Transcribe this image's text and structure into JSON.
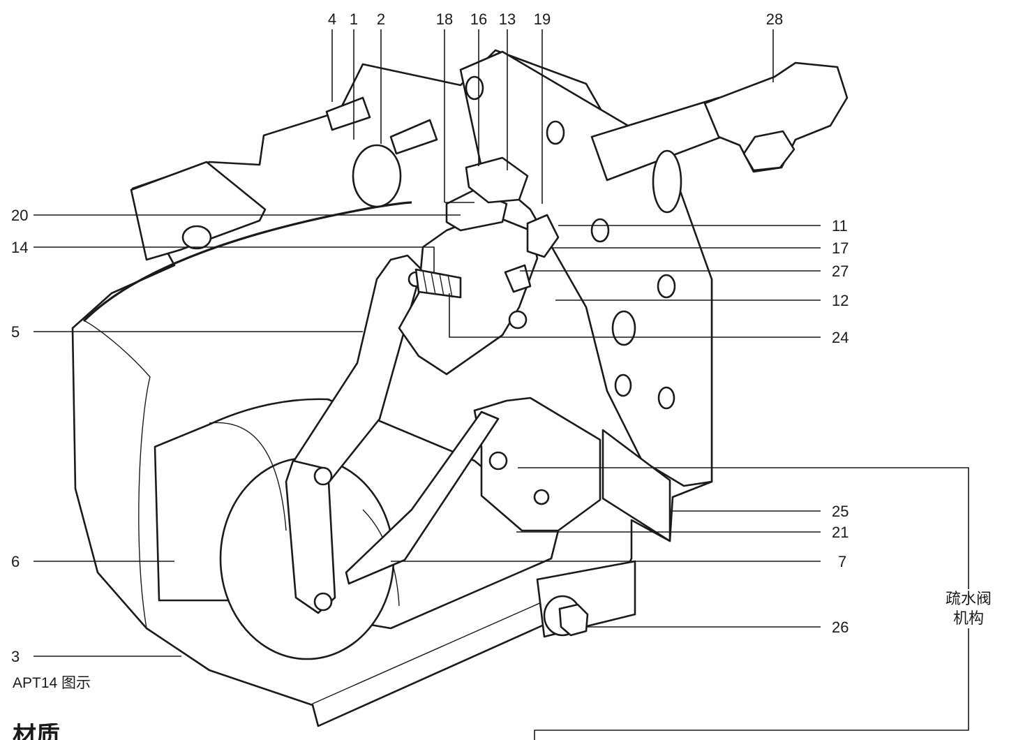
{
  "figure": {
    "caption": "APT14 图示",
    "section_heading": "材质",
    "drain_mechanism_label_line1": "疏水阀",
    "drain_mechanism_label_line2": "机构"
  },
  "callouts_top": [
    "4",
    "1",
    "2",
    "18",
    "16",
    "13",
    "19",
    "28"
  ],
  "callouts_left": [
    "20",
    "14",
    "5",
    "6",
    "3"
  ],
  "callouts_right": [
    "11",
    "17",
    "27",
    "12",
    "24",
    "25",
    "21",
    "7",
    "26"
  ]
}
